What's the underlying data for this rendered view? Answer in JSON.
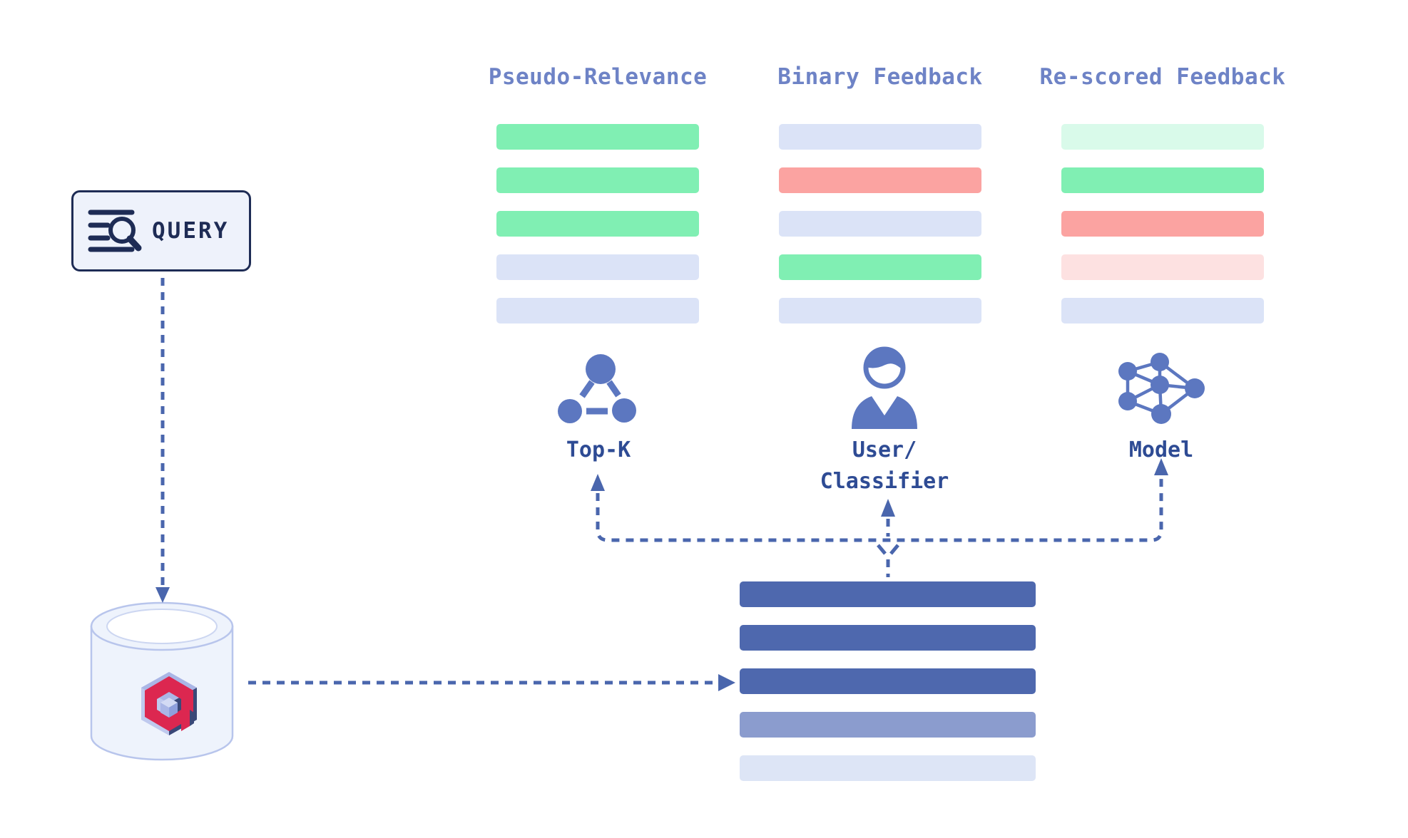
{
  "colors": {
    "green": "#80efb3",
    "lavender": "#dbe3f7",
    "salmon": "#fba3a1",
    "pale_mint": "#d9faea",
    "pale_pink": "#fde1e1",
    "dark_blue": "#4e68ae",
    "medium_blue": "#8b9cce",
    "pale_blue": "#dde5f6",
    "icon_blue": "#5c77c0",
    "label_navy": "#2e4b94",
    "header_blue": "#6e83c6",
    "arrow_blue": "#4a66ad",
    "query_navy": "#1e2c55",
    "query_box_bg": "#eef2fb",
    "db_fill": "#eef3fc",
    "db_stroke": "#b8c5ec",
    "qdrant_red": "#dc2750",
    "qdrant_navy": "#3a4878",
    "qdrant_periwinkle": "#bfc9ee",
    "qdrant_periwinkle_mid": "#8fa0dd",
    "qdrant_periwinkle_soft": "#aab6e6",
    "qdrant_periwinkle_light": "#d3daf4"
  },
  "query_box": {
    "label": "QUERY",
    "icon": "search-list-icon"
  },
  "database": {
    "name": "qdrant-vector-database"
  },
  "columns": [
    {
      "header": "Pseudo-Relevance",
      "bars": [
        "green",
        "green",
        "green",
        "lavender",
        "lavender"
      ],
      "method": "Top-K",
      "icon": "graph-nodes-icon"
    },
    {
      "header": "Binary Feedback",
      "bars": [
        "lavender",
        "salmon",
        "lavender",
        "green",
        "lavender"
      ],
      "method": "User/\nClassifier",
      "icon": "person-icon"
    },
    {
      "header": "Re-scored Feedback",
      "bars": [
        "pale_mint",
        "green",
        "salmon",
        "pale_pink",
        "lavender"
      ],
      "method": "Model",
      "icon": "neural-network-icon"
    }
  ],
  "results_stack": {
    "bars": [
      "dark_blue",
      "dark_blue",
      "dark_blue",
      "medium_blue",
      "pale_blue"
    ]
  }
}
